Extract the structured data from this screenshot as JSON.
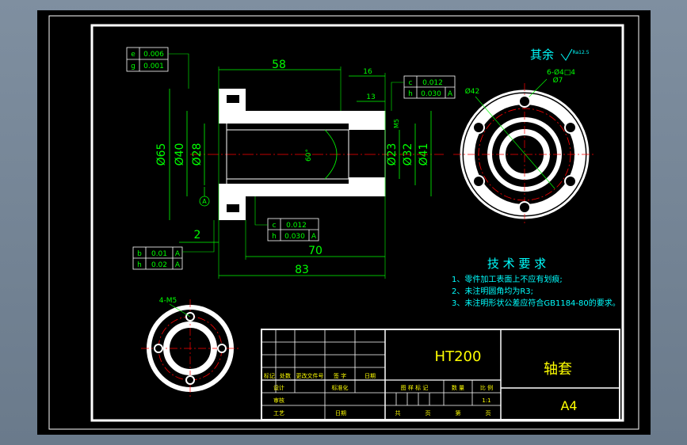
{
  "colors": {
    "background": "#000000",
    "frame": "#ffffff",
    "dimension": "#00ff00",
    "centerline": "#ff0000",
    "note_text": "#00ffff",
    "title_text": "#ffff00",
    "hatch": "#ff2020"
  },
  "drawing": {
    "dimensions": {
      "d58": "58",
      "d16": "16",
      "d13": "13",
      "d5": "M5",
      "d65": "Ø65",
      "d40": "Ø40",
      "d28": "Ø28",
      "d23": "Ø23",
      "d32": "Ø32",
      "d41": "Ø41",
      "d2": "2",
      "d70": "70",
      "d83": "83",
      "angle": "60°",
      "d42": "Ø42",
      "holes": "6-Ø4□4",
      "holes_sub": "Ø7",
      "threads": "4-M5"
    },
    "datum_label": "A",
    "tolerance_frames": [
      {
        "rows": [
          [
            "e",
            "0.006",
            ""
          ],
          [
            "g",
            "0.001",
            ""
          ]
        ]
      },
      {
        "rows": [
          [
            "c",
            "0.012",
            ""
          ],
          [
            "h",
            "0.030",
            "A"
          ]
        ]
      },
      {
        "rows": [
          [
            "c",
            "0.012",
            ""
          ],
          [
            "h",
            "0.030",
            "A"
          ]
        ]
      },
      {
        "rows": [
          [
            "b",
            "0.01",
            "A"
          ],
          [
            "h",
            "0.02",
            "A"
          ]
        ]
      }
    ],
    "roughness_note": "其余",
    "roughness_value": "Ra12.5"
  },
  "requirements": {
    "title": "技 术 要 求",
    "items": [
      "1、零件加工表面上不应有划痕;",
      "2、未注明圆角均为R3;",
      "3、未注明形状公差应符合GB1184-80的要求。"
    ]
  },
  "title_block": {
    "material": "HT200",
    "part_name": "轴套",
    "sheet_size": "A4",
    "scale": "1:1",
    "labels": {
      "mark": "标记",
      "count": "处数",
      "change_doc": "更改文件号",
      "signature": "签 字",
      "date": "日期",
      "design": "设计",
      "standardize": "标准化",
      "review": "审核",
      "process": "工艺",
      "date2": "日期",
      "stage_mark": "图 样 标 记",
      "quantity": "数 量",
      "ratio": "比 例",
      "total": "共",
      "sheets": "页",
      "sheet_no": "第",
      "sheets2": "页"
    }
  }
}
